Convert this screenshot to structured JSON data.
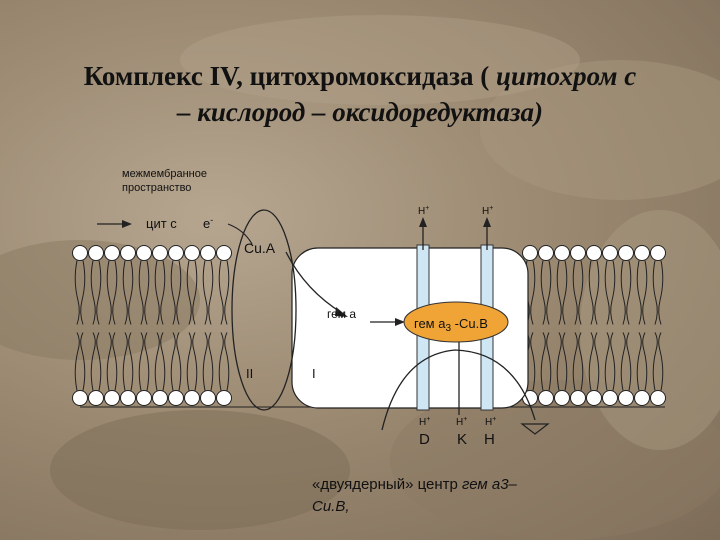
{
  "title": {
    "line1_plain": "Комплекс IV, цитохромоксидаза (",
    "line1_italic": "цитохром с",
    "line2_italic": "– кислород – оксидоредуктаза)"
  },
  "diagram": {
    "intermembrane_space": [
      "межмембранное",
      "пространство"
    ],
    "cyt_c": "цит c",
    "electron": "e",
    "electron_charge": "-",
    "cua": "Cu.A",
    "heme_a": "гем а",
    "heme_a3_prefix": "гем а",
    "heme_a3_sub": "3",
    "heme_a3_suffix": " -Cu.B",
    "subunit_2": "II",
    "subunit_1": "I",
    "proton": "H",
    "proton_charge": "+",
    "channel_d": "D",
    "channel_k": "K",
    "channel_h": "H"
  },
  "caption": {
    "plain": "«двуядерный» центр",
    "italic": " гем а3–",
    "line2": "Cu.B,"
  },
  "colors": {
    "membrane_line": "#222222",
    "complex_fill": "#ffffff",
    "channel_fill": "#cfe6f4",
    "heme_fill": "#f0a436",
    "text": "#111111"
  }
}
